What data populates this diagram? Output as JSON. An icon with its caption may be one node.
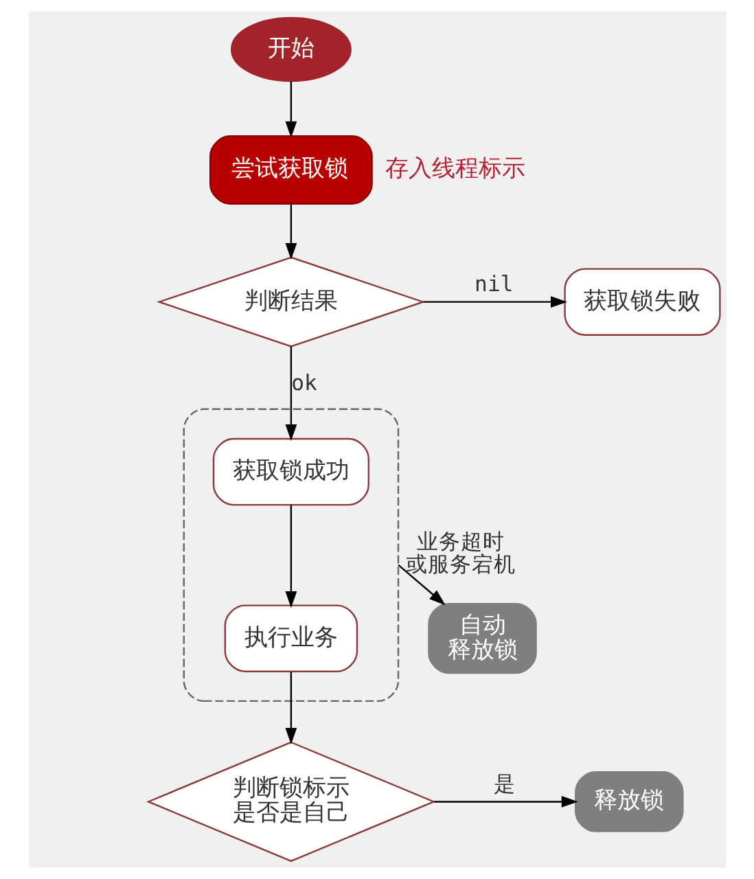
{
  "diagram": {
    "nodes": [
      {
        "text": [
          "开始"
        ]
      },
      {
        "text": [
          "尝试获取锁"
        ],
        "beside": [
          "存入线程标示"
        ]
      },
      {
        "text": [
          "判断结果"
        ]
      },
      {
        "text": [
          "获取锁失败"
        ]
      },
      {
        "text": [],
        "shape": "box"
      },
      {
        "text": [
          "获取锁成功"
        ],
        "in": 4
      },
      {
        "text": [
          "执行业务"
        ],
        "in": 4
      },
      {
        "text": [
          "自动释放锁"
        ]
      },
      {
        "text": [
          "判断锁标示是否是自己"
        ]
      },
      {
        "text": [
          "释放锁"
        ]
      }
    ],
    "edges": [
      {
        "from": 0,
        "to": 1,
        "arrow": "to"
      },
      {
        "from": 1,
        "to": 2,
        "arrow": "to"
      },
      {
        "from": 2,
        "to": 3,
        "arrow": "to",
        "label": "nil"
      },
      {
        "from": 2,
        "to": 5,
        "arrow": "to",
        "label": "ok"
      },
      {
        "from": 5,
        "to": 6,
        "arrow": "to"
      },
      {
        "from": 4,
        "to": 7,
        "arrow": "to",
        "label": "业务超时或服务宕机"
      },
      {
        "from": 6,
        "to": 8,
        "arrow": "to"
      },
      {
        "from": 8,
        "to": 9,
        "arrow": "to",
        "label": "是"
      }
    ]
  }
}
